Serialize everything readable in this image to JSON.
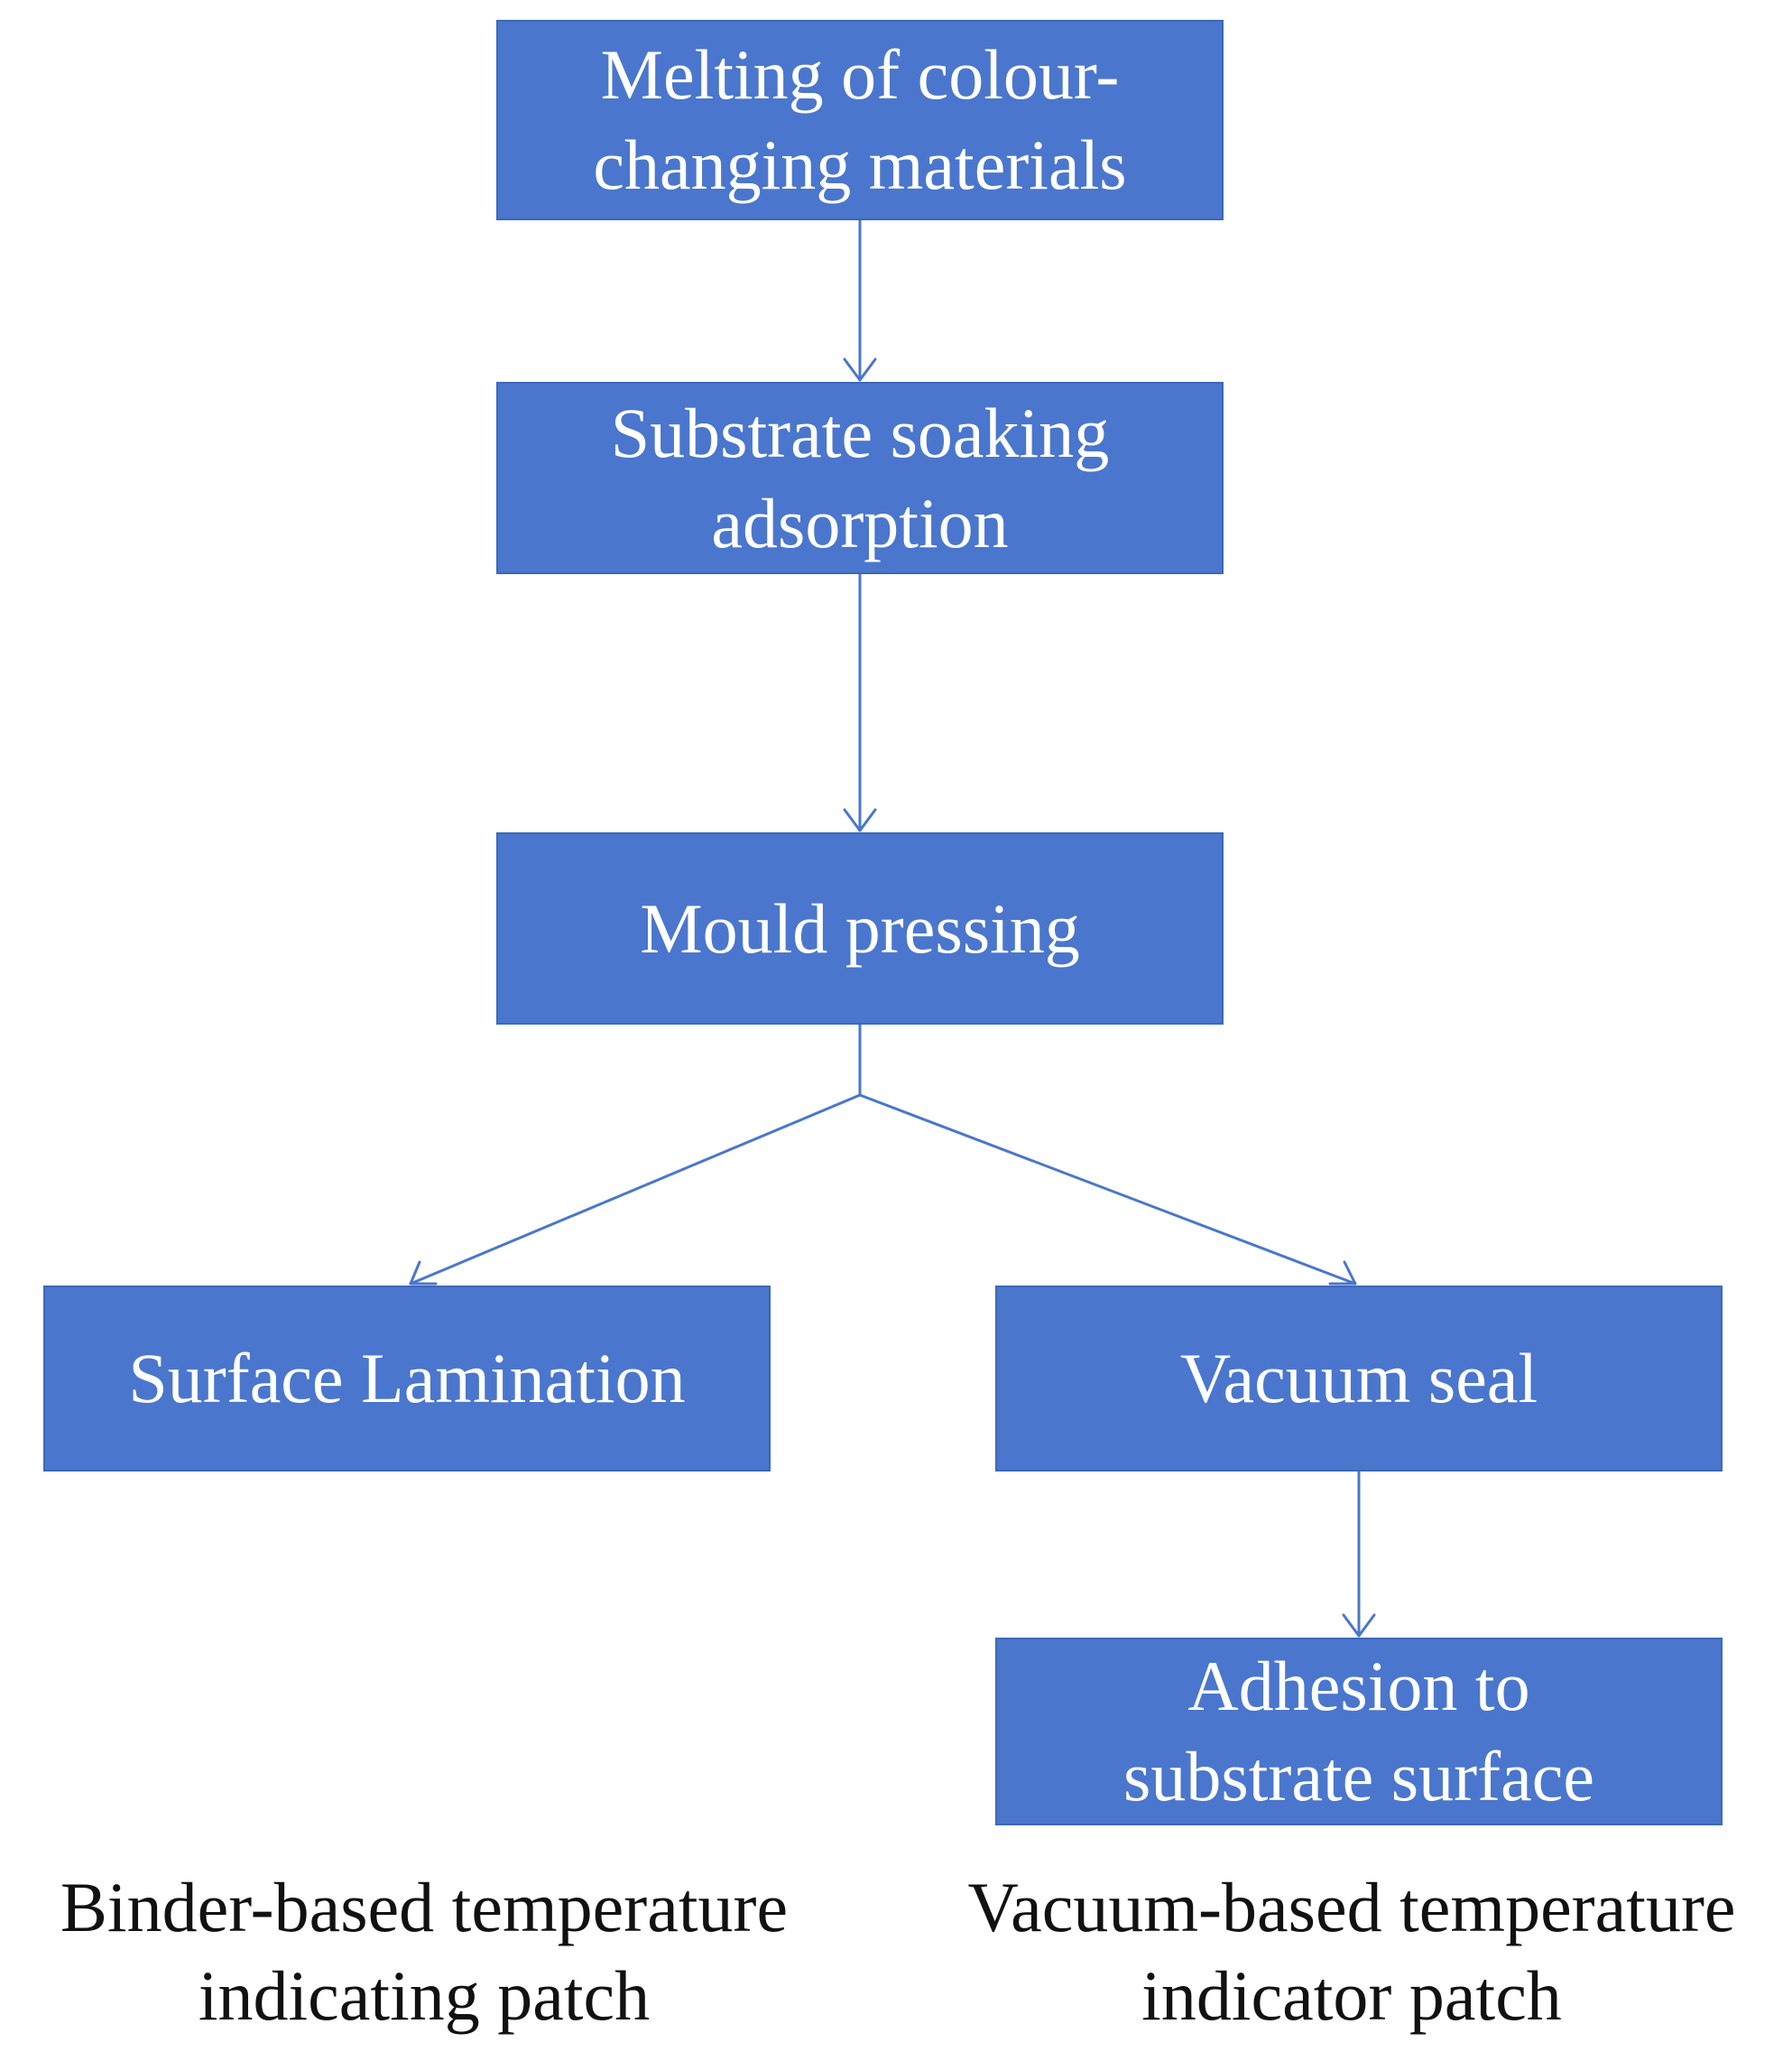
{
  "nodes": {
    "melt": {
      "line1": "Melting of colour-",
      "line2": "changing materials"
    },
    "soak": {
      "line1": "Substrate soaking",
      "line2": "adsorption"
    },
    "mould": {
      "label": "Mould pressing"
    },
    "lamination": {
      "label": "Surface Lamination"
    },
    "vacuum": {
      "label": "Vacuum seal"
    },
    "adhesion": {
      "line1": "Adhesion to",
      "line2": "substrate surface"
    }
  },
  "captions": {
    "binder": {
      "line1": "Binder-based temperature",
      "line2": "indicating patch"
    },
    "vacuum": {
      "line1": "Vacuum-based temperature",
      "line2": "indicator patch"
    }
  },
  "colors": {
    "box_fill": "#4a76cd",
    "box_border": "#3d68b9",
    "connector": "#4a76cd",
    "box_text": "#ffffff",
    "caption_text": "#111111"
  }
}
